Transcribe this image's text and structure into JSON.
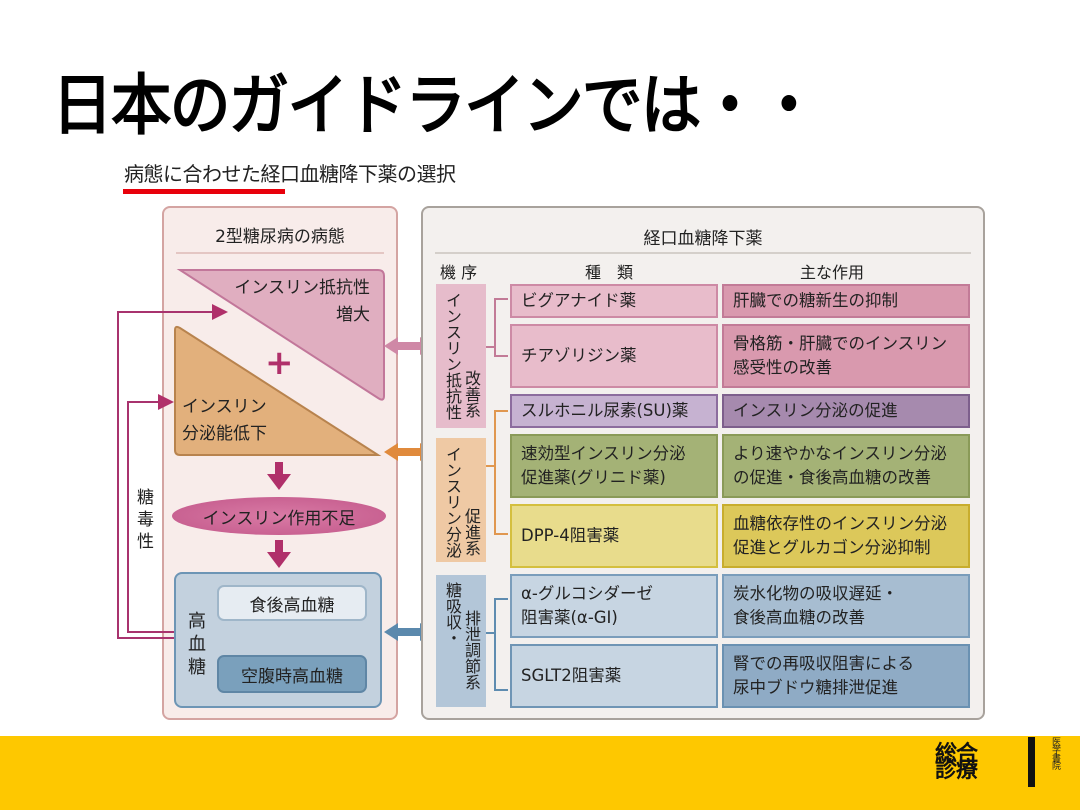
{
  "slide": {
    "title": "日本のガイドラインでは・・",
    "subtitle": "病態に合わせた経口血糖降下薬の選択"
  },
  "pathology": {
    "heading": "2型糖尿病の病態",
    "insulin_resistance": [
      "インスリン抵抗性",
      "増大"
    ],
    "plus": "+",
    "secretion_decline": [
      "インスリン",
      "分泌能低下"
    ],
    "insulin_deficiency": "インスリン作用不足",
    "hyperglycemia_label": "高血糖",
    "postprandial": "食後高血糖",
    "fasting": "空腹時高血糖",
    "glucotoxicity": "糖毒性"
  },
  "drugs": {
    "heading": "経口血糖降下薬",
    "columns": {
      "mechanism": "機 序",
      "type": "種　類",
      "action": "主な作用"
    },
    "groups": [
      {
        "mechanism_main": "インスリン抵抗性",
        "mechanism_sub": "改善系",
        "color": "#e7b9c8",
        "rows": [
          {
            "type": [
              "ビグアナイド薬"
            ],
            "action": [
              "肝臓での糖新生の抑制"
            ]
          },
          {
            "type": [
              "チアゾリジン薬"
            ],
            "action": [
              "骨格筋・肝臓でのインスリン",
              "感受性の改善"
            ]
          }
        ]
      },
      {
        "mechanism_main": "インスリン分泌",
        "mechanism_sub": "促進系",
        "color": "#efc49d",
        "rows": [
          {
            "type": [
              "スルホニル尿素(SU)薬"
            ],
            "action": [
              "インスリン分泌の促進"
            ]
          },
          {
            "type": [
              "速効型インスリン分泌",
              "促進薬(グリニド薬)"
            ],
            "action": [
              "より速やかなインスリン分泌",
              "の促進・食後高血糖の改善"
            ]
          },
          {
            "type": [
              "DPP-4阻害薬"
            ],
            "action": [
              "血糖依存性のインスリン分泌",
              "促進とグルカゴン分泌抑制"
            ]
          }
        ]
      },
      {
        "mechanism_main": "糖吸収・",
        "mechanism_sub": "排泄調節系",
        "color": "#b3c6d8",
        "rows": [
          {
            "type": [
              "α-グルコシダーゼ",
              "阻害薬(α-GI)"
            ],
            "action": [
              "炭水化物の吸収遅延・",
              "食後高血糖の改善"
            ]
          },
          {
            "type": [
              "SGLT2阻害薬"
            ],
            "action": [
              "腎での再吸収阻害による",
              "尿中ブドウ糖排泄促進"
            ]
          }
        ]
      }
    ]
  },
  "footer": {
    "logo_text": "総合診療",
    "side_text": "医学書院"
  },
  "colors": {
    "accent_red": "#e8000b",
    "footer_yellow": "#fec800",
    "magenta": "#b0306a",
    "orange": "#e08a3c",
    "blue": "#5b89ad"
  }
}
